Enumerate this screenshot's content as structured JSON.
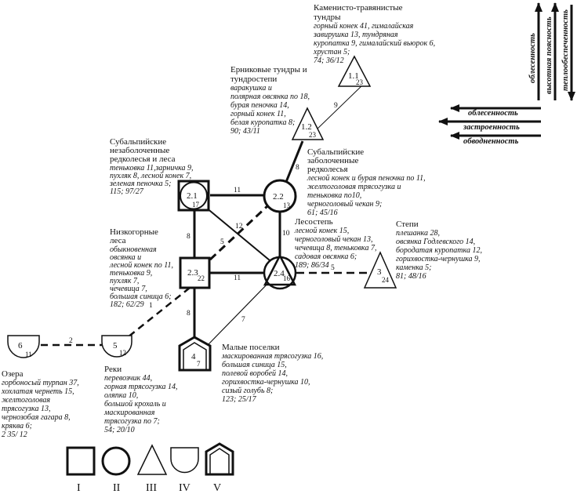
{
  "nodes": {
    "n11": {
      "id": "1.1",
      "sub": "23"
    },
    "n12": {
      "id": "1.2",
      "sub": "23"
    },
    "n21": {
      "id": "2.1",
      "sub": "17"
    },
    "n22": {
      "id": "2.2",
      "sub": "13"
    },
    "n23": {
      "id": "2.3",
      "sub": "22"
    },
    "n24": {
      "id": "2.4",
      "sub": "16"
    },
    "n3": {
      "id": "3",
      "sub": "24"
    },
    "n4": {
      "id": "4",
      "sub": "7"
    },
    "n5": {
      "id": "5",
      "sub": "12"
    },
    "n6": {
      "id": "6",
      "sub": "11"
    }
  },
  "edges": {
    "e11_12": "9",
    "e12_22": "8",
    "e21_22": "11",
    "e21_23": "8",
    "e21_24": "12",
    "e23_22": "5",
    "e22_24": "10",
    "e23_24": "11",
    "e24_3": "5",
    "e23_4": "8",
    "e24_4": "7",
    "e23_5": "1",
    "e5_6": "2"
  },
  "blocks": {
    "tundra": {
      "title": [
        "Каменисто-травянистые",
        "тундры"
      ],
      "lines": [
        "горный конек 41, гималайская",
        "завирушка 13, тундряная",
        "куропатка 9, гималайский вьюрок 6,",
        "хрустан 5;",
        "74; 36/12"
      ]
    },
    "ernik": {
      "title": [
        "Ерниковые тундры и",
        "тундростепи"
      ],
      "lines": [
        "варакушка и",
        "полярная овсянка по 18,",
        "бурая пеночка 14,",
        "горный конек 11,",
        "белая куропатка 8;",
        "90; 43/11"
      ]
    },
    "subalp_ne": {
      "title": [
        "Субальпийские",
        "незаболоченные",
        "редколесья и леса"
      ],
      "lines": [
        "теньковка 11,зарничка 9,",
        "пухляк 8, лесной конек 7,",
        "зеленая пеночка 5;",
        "115; 97/27"
      ]
    },
    "subalp_zab": {
      "title": [
        "Субальпийские",
        "заболоченные",
        "редколесья"
      ],
      "lines": [
        "лесной конек и бурая пеночка по 11,",
        "желтоголовая трясогузка и",
        "теньковка по10,",
        "черноголовый чекан 9;",
        "61; 45/16"
      ]
    },
    "lesostep": {
      "title": [
        "Лесостепь"
      ],
      "lines": [
        "лесной конек 15,",
        "черноголовый чекан 13,",
        "чечевица 8, теньковка 7,",
        "садовая овсянка 6;",
        "189; 86/34"
      ]
    },
    "nizko": {
      "title": [
        "Низкогорные",
        "леса"
      ],
      "lines": [
        "обыкновенная",
        "овсянка и",
        "лесной конек по 11,",
        "теньковка 9,",
        "пухляк 7,",
        "чечевица 7,",
        "большая синица 6;",
        "182; 62/29"
      ]
    },
    "stepi": {
      "title": [
        "Степи"
      ],
      "lines": [
        "плешанка 28,",
        "овсянка Годлевского 14,",
        "бородатая куропатка 12,",
        "горихвостка-чернушка 9,",
        "каменка 5;",
        "81; 48/16"
      ]
    },
    "poselki": {
      "title": [
        "Малые поселки"
      ],
      "lines": [
        "маскированная трясогузка 16,",
        "большая синица 15,",
        "полевой воробей 14,",
        "горихвостка-чернушка 10,",
        "сизый голубь 8;",
        "123; 25/17"
      ]
    },
    "reki": {
      "title": [
        "Реки"
      ],
      "lines": [
        "перевозчик 44,",
        "горная трясогузка 14,",
        "оляпка 10,",
        "большой крохаль и",
        "маскированная",
        "трясогузка по 7;",
        "54; 20/10"
      ]
    },
    "ozera": {
      "title": [
        "Озера"
      ],
      "lines": [
        "горбоносый турпан 37,",
        "хохлатая чернеть 15,",
        "желтоголовая",
        "трясогузка 13,",
        "чернозобая гагара 8,",
        "кряква 6;",
        "2 35/ 12"
      ]
    }
  },
  "gradients": {
    "vertical": [
      "облесенность",
      "высотная поясность",
      "теплообеспеченность"
    ],
    "horizontal": [
      "облесенность",
      "застроенность",
      "обводненность"
    ]
  },
  "legend": {
    "numerals": [
      "I",
      "II",
      "III",
      "IV",
      "V"
    ]
  }
}
